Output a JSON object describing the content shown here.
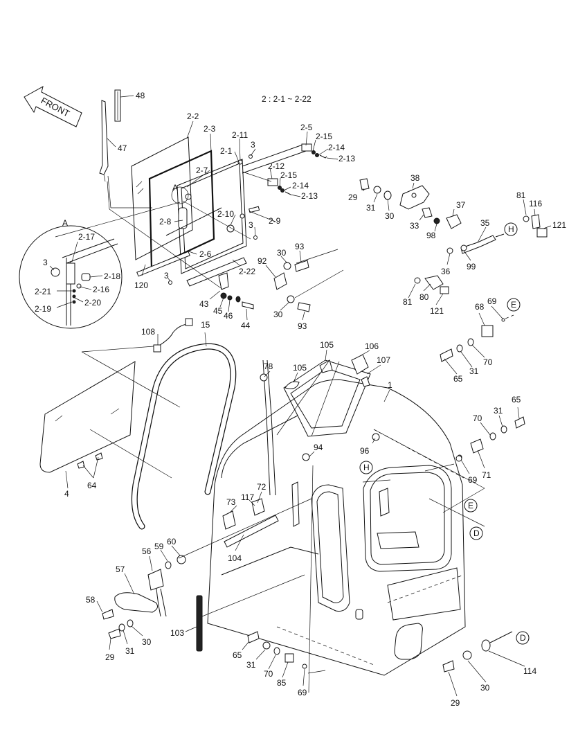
{
  "subassembly_note": "2 : 2-1 ~ 2-22",
  "front_arrow": "FRONT",
  "detail_label": "A",
  "refs": [
    "H",
    "E",
    "D"
  ],
  "callouts": [
    "48",
    "47",
    "2-2",
    "2-3",
    "2-11",
    "3",
    "2-7",
    "2-1",
    "2-5",
    "2-15",
    "2-14",
    "2-13",
    "2-12",
    "2-15",
    "2-14",
    "2-13",
    "A",
    "2-8",
    "2-10",
    "2-9",
    "3",
    "2-6",
    "2-22",
    "3",
    "120",
    "43",
    "45",
    "46",
    "44",
    "A",
    "2-17",
    "3",
    "2-18",
    "2-16",
    "2-21",
    "2-20",
    "2-19",
    "38",
    "29",
    "31",
    "30",
    "33",
    "37",
    "98",
    "81",
    "116",
    "121",
    "35",
    "36",
    "99",
    "30",
    "93",
    "92",
    "30",
    "93",
    "81",
    "80",
    "121",
    "68",
    "69",
    "70",
    "31",
    "65",
    "108",
    "15",
    "105",
    "106",
    "107",
    "78",
    "105",
    "1",
    "4",
    "64",
    "65",
    "31",
    "70",
    "96",
    "94",
    "71",
    "69",
    "72",
    "73",
    "117",
    "104",
    "56",
    "59",
    "60",
    "57",
    "58",
    "29",
    "31",
    "30",
    "103",
    "65",
    "31",
    "70",
    "85",
    "69",
    "29",
    "30",
    "114"
  ]
}
